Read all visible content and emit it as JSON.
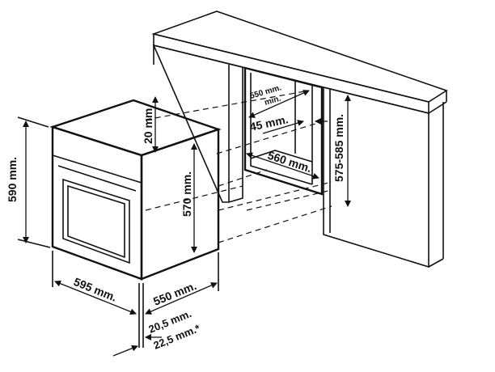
{
  "labels": {
    "oven_height": "590 mm.",
    "oven_width": "595 mm.",
    "oven_depth": "550 mm.",
    "front_gap_a": "20,5 mm.",
    "front_gap_b": "22,5 mm.*",
    "top_gap": "20 mm.",
    "oven_body_height": "570 mm.",
    "niche_depth_min": "550 mm.",
    "niche_depth_min_note": "min.",
    "rear_gap": "45 mm.",
    "niche_width": "560 mm.",
    "niche_height": "575-585 mm."
  }
}
